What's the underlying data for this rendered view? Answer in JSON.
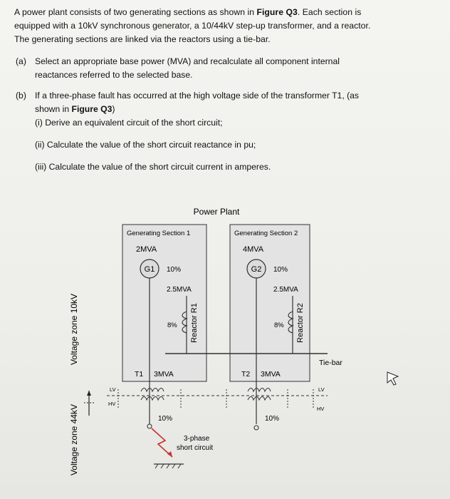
{
  "intro": {
    "line1_pre": "A power plant consists of two generating sections as shown in ",
    "line1_fig": "Figure Q3",
    "line1_post": ". Each section is",
    "line2": "equipped with a 10kV synchronous generator, a 10/44kV step-up transformer, and a reactor.",
    "line3": "The generating sections are linked via the reactors using a tie-bar."
  },
  "part_a": {
    "label": "(a)",
    "line1": "Select an appropriate base power (MVA) and recalculate all component internal",
    "line2": "reactances referred to the selected base."
  },
  "part_b": {
    "label": "(b)",
    "line1": "If a three-phase fault has occurred at the high voltage side of the transformer T1, (as",
    "line2_pre": "shown in ",
    "line2_fig": "Figure Q3",
    "line2_post": ")",
    "sub_i": "(i)  Derive an equivalent circuit of the short circuit;",
    "sub_ii": "(ii)  Calculate the value of the short circuit reactance in pu;",
    "sub_iii": "(iii) Calculate the value of the short circuit current in amperes."
  },
  "figure": {
    "title": "Power Plant",
    "zone_10kv": "Voltage zone 10kV",
    "zone_44kv": "Voltage zone 44kV",
    "section1": {
      "title": "Generating Section 1",
      "power": "2MVA",
      "gen": "G1",
      "gen_x": "10%",
      "reactor_rating": "2.5MVA",
      "reactor_x": "8%",
      "reactor_name": "Reactor R1",
      "transformer": "T1",
      "transformer_rating": "3MVA",
      "transformer_x": "10%"
    },
    "section2": {
      "title": "Generating Section 2",
      "power": "4MVA",
      "gen": "G2",
      "gen_x": "10%",
      "reactor_rating": "2.5MVA",
      "reactor_x": "8%",
      "reactor_name": "Reactor R2",
      "transformer": "T2",
      "transformer_rating": "3MVA",
      "transformer_x": "10%"
    },
    "tie_bar": "Tie-bar",
    "lv": "LV",
    "hv": "HV",
    "fault_line1": "3-phase",
    "fault_line2": "short circuit"
  }
}
